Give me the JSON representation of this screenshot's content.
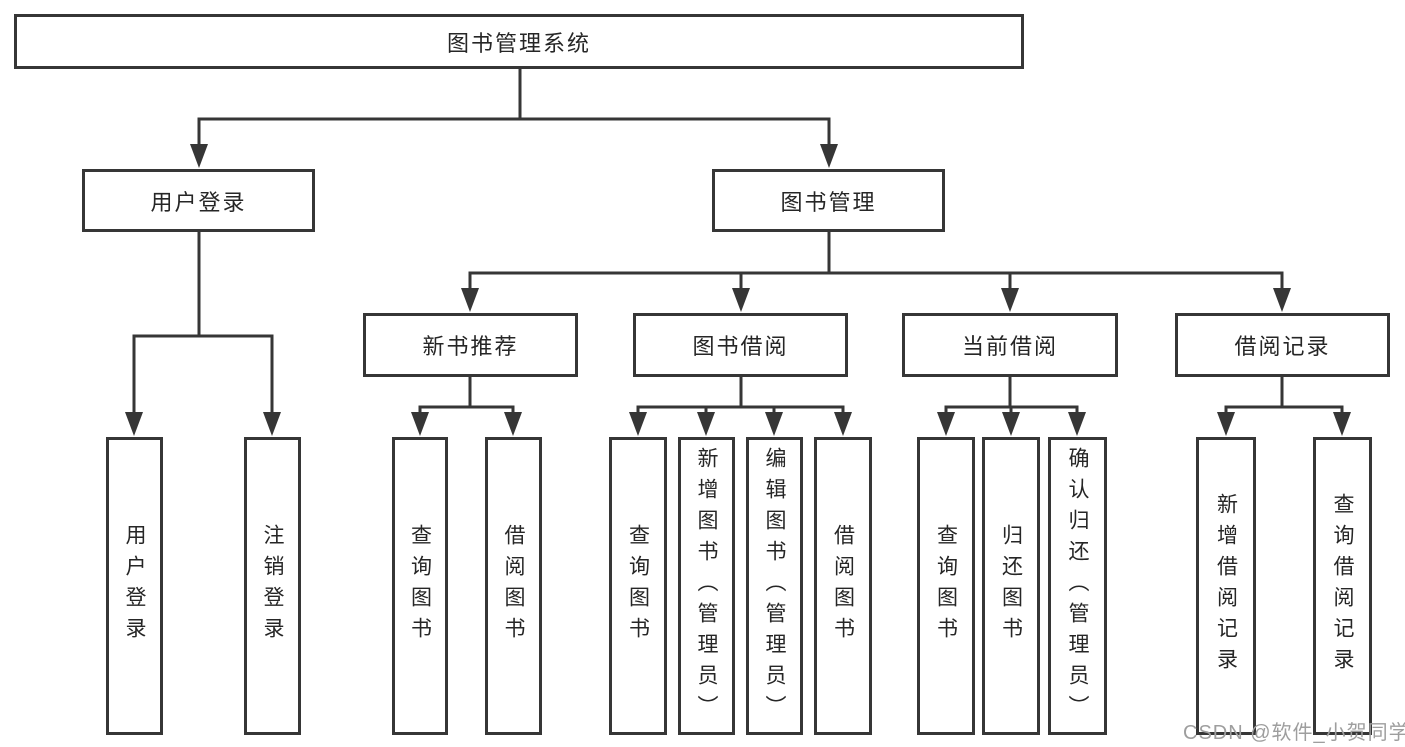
{
  "diagram": {
    "type": "hierarchy-tree",
    "root": {
      "label": "图书管理系统"
    },
    "branches": [
      {
        "label": "用户登录",
        "children": [
          {
            "label": "用户登录"
          },
          {
            "label": "注销登录"
          }
        ]
      },
      {
        "label": "图书管理",
        "children": [
          {
            "label": "新书推荐",
            "children": [
              {
                "label": "查询图书"
              },
              {
                "label": "借阅图书"
              }
            ]
          },
          {
            "label": "图书借阅",
            "children": [
              {
                "label": "查询图书"
              },
              {
                "label": "新增图书（管理员）"
              },
              {
                "label": "编辑图书（管理员）"
              },
              {
                "label": "借阅图书"
              }
            ]
          },
          {
            "label": "当前借阅",
            "children": [
              {
                "label": "查询图书"
              },
              {
                "label": "归还图书"
              },
              {
                "label": "确认归还（管理员）"
              }
            ]
          },
          {
            "label": "借阅记录",
            "children": [
              {
                "label": "新增借阅记录"
              },
              {
                "label": "查询借阅记录"
              }
            ]
          }
        ]
      }
    ]
  },
  "watermark": {
    "text": "CSDN @软件_小贺同学",
    "color": "#9e9e9e"
  },
  "colors": {
    "line": "#363636",
    "text": "#262626",
    "box_background": "#ffffff",
    "page_background": "#ffffff"
  }
}
